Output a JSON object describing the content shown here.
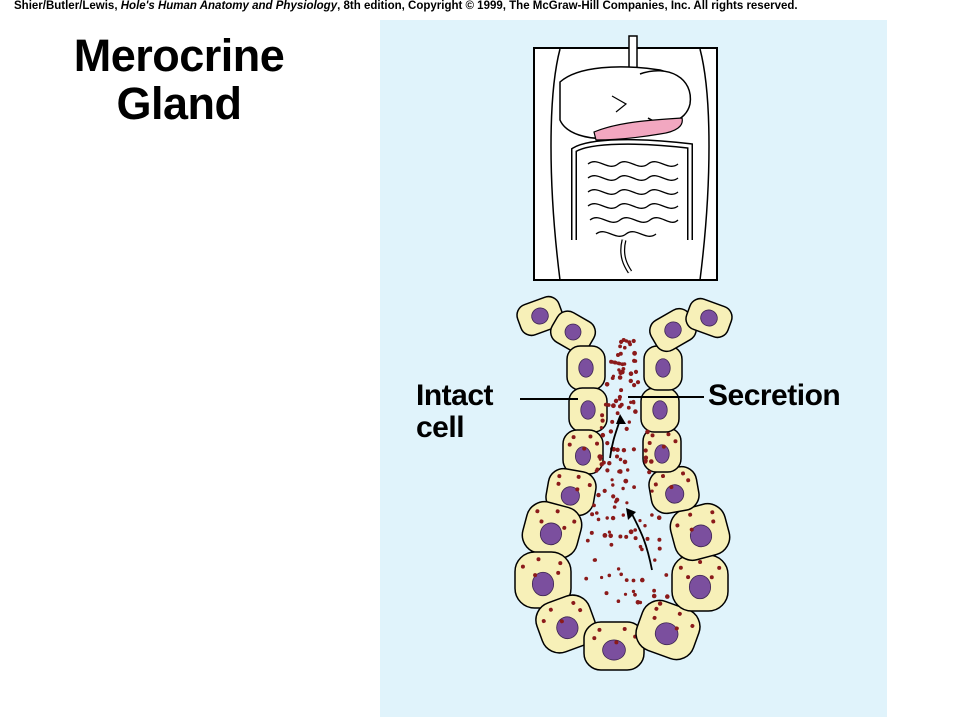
{
  "credit": {
    "authors": "Shier/Butler/Lewis, ",
    "book": "Hole's Human Anatomy and Physiology",
    "rest": ", 8th edition, Copyright © 1999, The McGraw-Hill Companies, Inc.  All rights reserved."
  },
  "title": {
    "line1": "Merocrine",
    "line2": "Gland"
  },
  "labels": {
    "intact_line1": "Intact",
    "intact_line2": "cell",
    "secretion": "Secretion"
  },
  "colors": {
    "panel_bg": "#e0f3fb",
    "cell_fill": "#f7f0b8",
    "nucleus_fill": "#7b4f9e",
    "granule": "#8b1a1a",
    "pancreas": "#f2a7c0"
  }
}
